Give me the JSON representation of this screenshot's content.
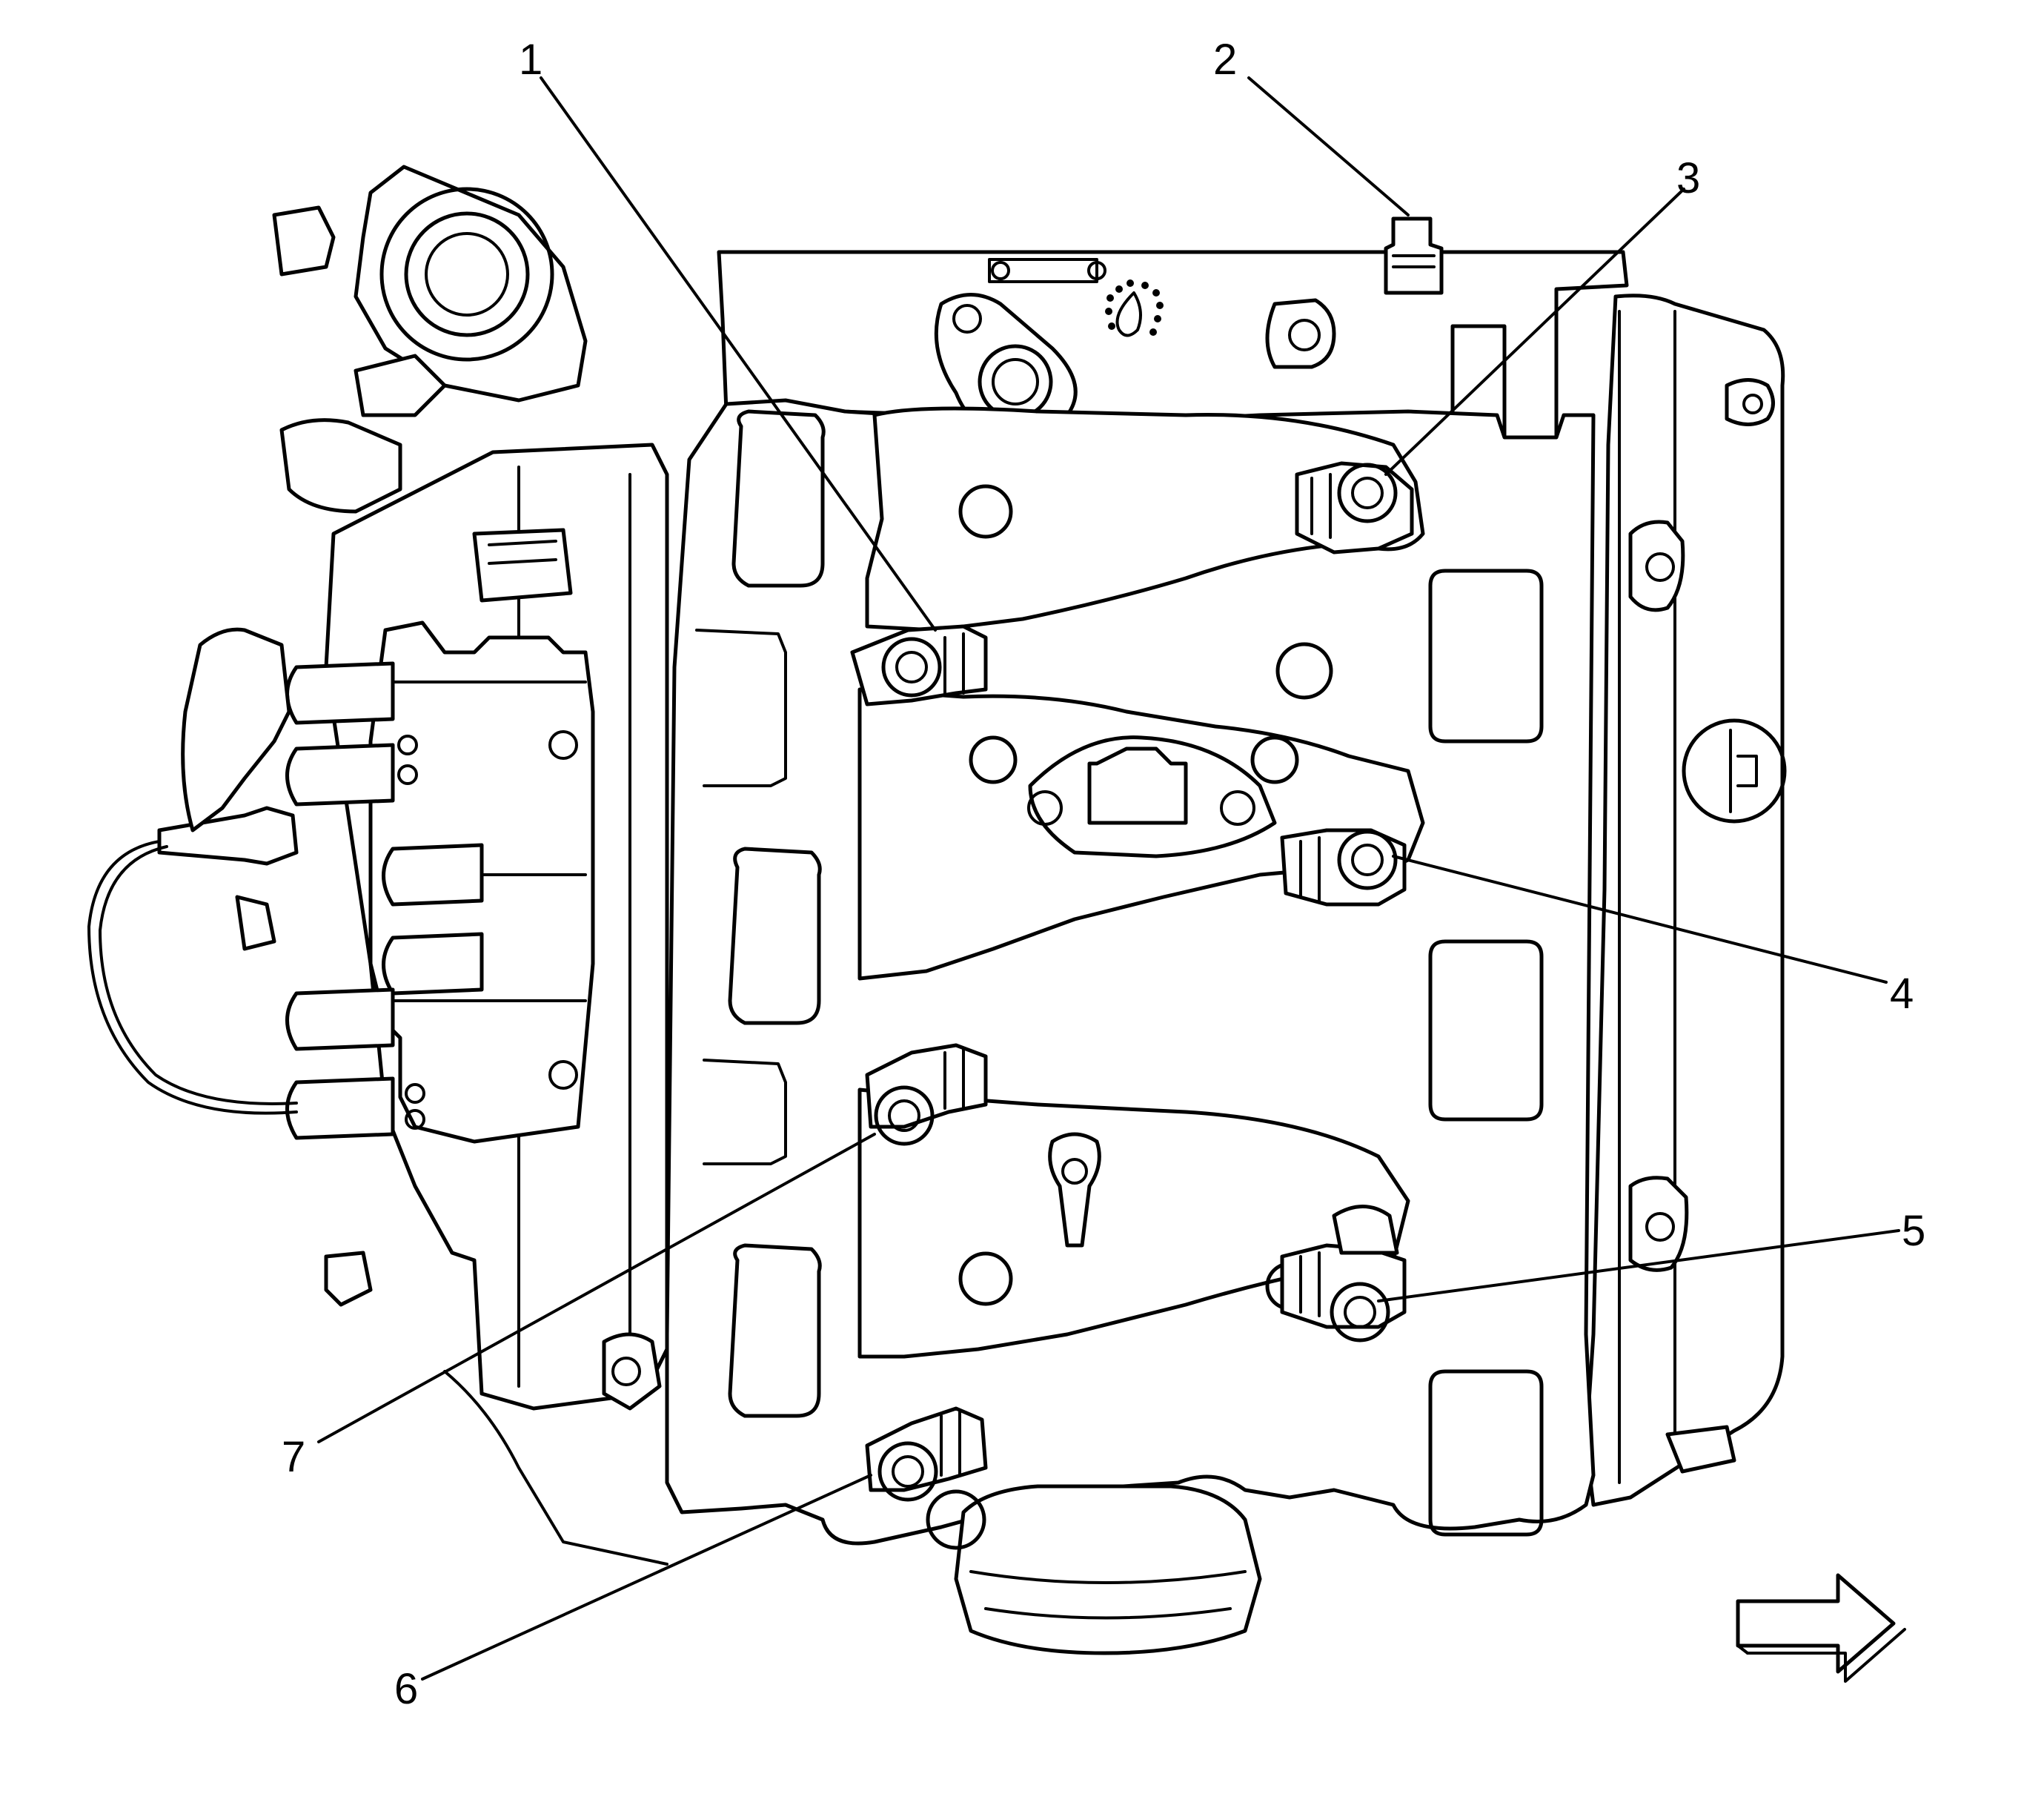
{
  "callouts": [
    {
      "id": "1",
      "text": "1"
    },
    {
      "id": "2",
      "text": "2"
    },
    {
      "id": "3",
      "text": "3"
    },
    {
      "id": "4",
      "text": "4"
    },
    {
      "id": "5",
      "text": "5"
    },
    {
      "id": "6",
      "text": "6"
    },
    {
      "id": "7",
      "text": "7"
    }
  ],
  "direction_arrow": {
    "icon": "right-arrow-icon"
  },
  "colors": {
    "line": "#000000",
    "background": "#ffffff"
  }
}
